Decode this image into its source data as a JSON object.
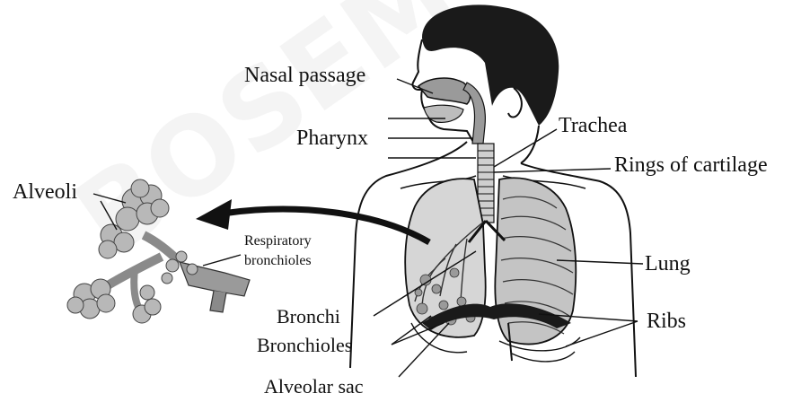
{
  "labels": {
    "nasal_passage": "Nasal passage",
    "pharynx": "Pharynx",
    "trachea": "Trachea",
    "rings_of_cartilage": "Rings of cartilage",
    "alveoli": "Alveoli",
    "respiratory_bronchioles_line1": "Respiratory",
    "respiratory_bronchioles_line2": "bronchioles",
    "lung": "Lung",
    "bronchi": "Bronchi",
    "bronchioles": "Bronchioles",
    "ribs": "Ribs",
    "alveolar_sac": "Alveolar sac"
  },
  "watermark": "BOSEM NOTES",
  "colors": {
    "ink": "#111111",
    "hair": "#1a1a1a",
    "organ_gray": "#9a9a9a",
    "light_gray": "#d6d6d6",
    "alveoli_gray": "#b8b8b8"
  }
}
